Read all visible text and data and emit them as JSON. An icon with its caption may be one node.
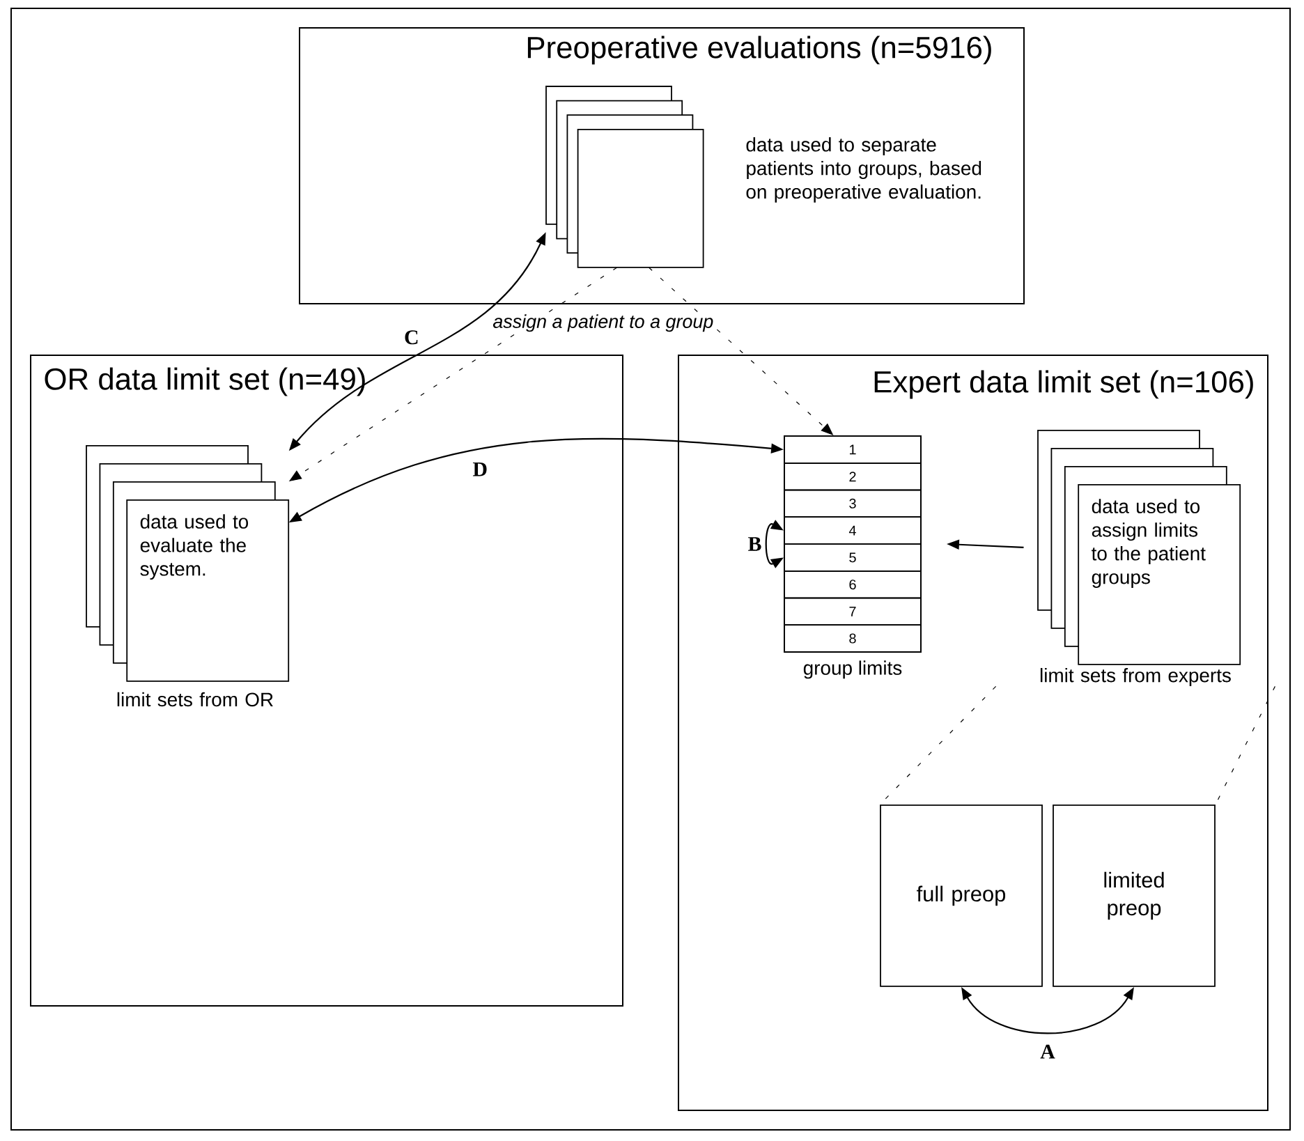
{
  "diagram": {
    "nodes": [
      {
        "text": [
          "Preoperative evaluations (n=5916)"
        ]
      },
      {
        "text": [],
        "shape": "box",
        "beside": [
          "data used to separate patients into groups, based on preoperative evaluation."
        ],
        "in": 0
      },
      {
        "text": [
          "OR data limit set (n=49)"
        ]
      },
      {
        "text": [
          "data used to evaluate the system."
        ],
        "beside": [
          "limit sets from OR"
        ],
        "in": 2
      },
      {
        "text": [
          "Expert data limit set (n=106)"
        ]
      },
      {
        "text": [],
        "shape": "box",
        "beside": [
          "group limits"
        ],
        "in": 4
      },
      {
        "text": [
          "1"
        ],
        "in": 5
      },
      {
        "text": [
          "2"
        ],
        "in": 5
      },
      {
        "text": [
          "3"
        ],
        "in": 5
      },
      {
        "text": [
          "4"
        ],
        "in": 5
      },
      {
        "text": [
          "5"
        ],
        "in": 5
      },
      {
        "text": [
          "6"
        ],
        "in": 5
      },
      {
        "text": [
          "7"
        ],
        "in": 5
      },
      {
        "text": [
          "8"
        ],
        "in": 5
      },
      {
        "text": [
          "data used to assign limits to the patient groups"
        ],
        "beside": [
          "limit sets from experts"
        ],
        "in": 4
      },
      {
        "text": [
          "full preop"
        ],
        "in": 4
      },
      {
        "text": [
          "limited preop"
        ],
        "in": 4
      }
    ],
    "edges": [
      {
        "from": 1,
        "to": 3,
        "arrow": "both",
        "label": "C"
      },
      {
        "from": 1,
        "to": 3,
        "arrow": "to",
        "style": "dashed",
        "label": "assign a patient to a group"
      },
      {
        "from": 1,
        "to": 5,
        "arrow": "to",
        "style": "dashed"
      },
      {
        "from": 3,
        "to": 6,
        "arrow": "both",
        "label": "D"
      },
      {
        "from": 9,
        "to": 10,
        "arrow": "both",
        "label": "B"
      },
      {
        "from": 14,
        "to": 5,
        "arrow": "to"
      },
      {
        "from": 14,
        "to": 15,
        "arrow": "none",
        "style": "dashed"
      },
      {
        "from": 14,
        "to": 16,
        "arrow": "none",
        "style": "dashed"
      },
      {
        "from": 15,
        "to": 16,
        "arrow": "both",
        "label": "A"
      }
    ]
  }
}
